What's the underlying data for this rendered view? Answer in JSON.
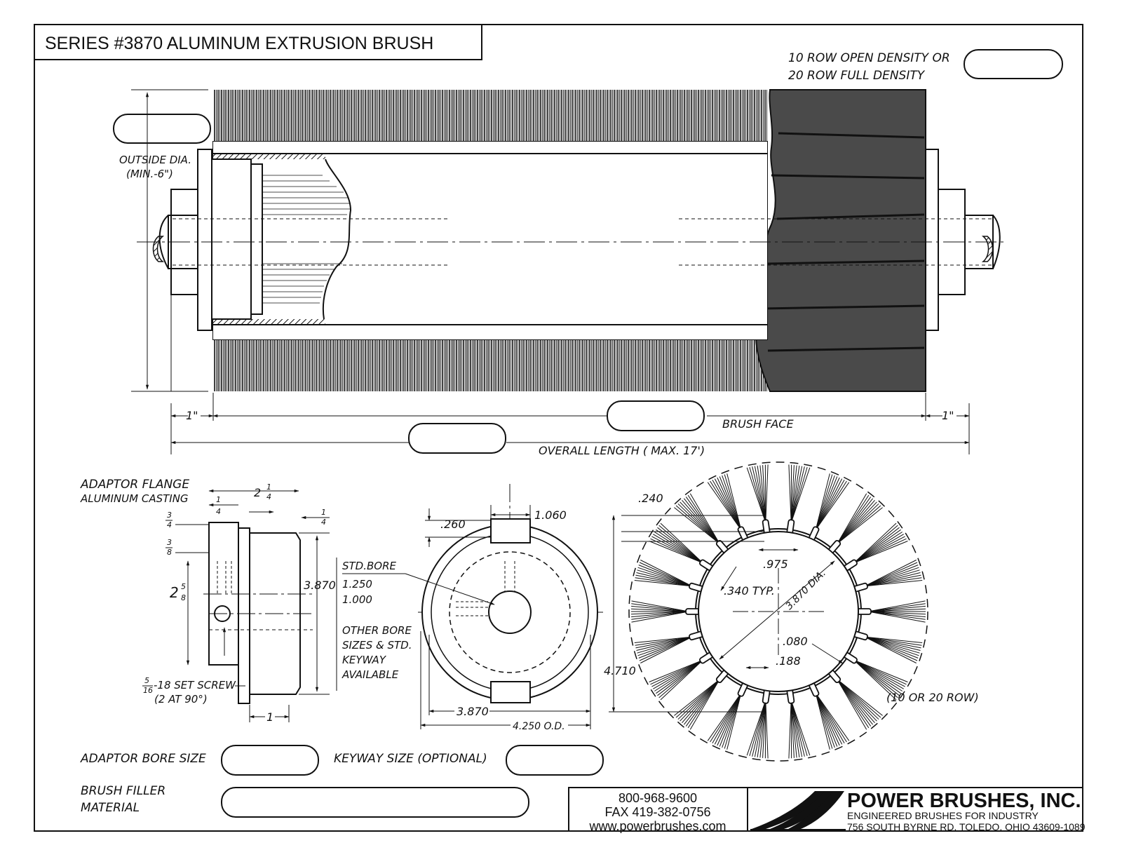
{
  "title": "SERIES #3870 ALUMINUM EXTRUSION BRUSH",
  "density_label": [
    "10 ROW OPEN DENSITY OR",
    "20 ROW FULL DENSITY"
  ],
  "outside_dia_label": [
    "OUTSIDE DIA.",
    "(MIN.-6\")"
  ],
  "dimensions": {
    "end_left": "1\"",
    "end_right": "1\"",
    "brush_face": "BRUSH FACE",
    "overall_length": "OVERALL LENGTH ( MAX. 17')"
  },
  "adaptor_flange": {
    "title": "ADAPTOR FLANGE",
    "subtitle": "ALUMINUM CASTING",
    "width": "2",
    "width_frac": [
      "1",
      "4"
    ],
    "left_frac": [
      "1",
      "4"
    ],
    "right_frac": [
      "1",
      "4"
    ],
    "top_frac": [
      "3",
      "4"
    ],
    "mid_frac": [
      "3",
      "8"
    ],
    "height": "2",
    "height_frac": [
      "5",
      "8"
    ],
    "diameter": "3.870",
    "set_screw_frac": [
      "5",
      "16"
    ],
    "set_screw": "-18 SET SCREW",
    "set_screw_note": "(2 AT 90°)",
    "hub": "1"
  },
  "bore": {
    "key_depth": ".260",
    "key_width": "1.060",
    "std_bore_label": "STD.BORE",
    "std_bore_values": [
      "1.250",
      "1.000"
    ],
    "other_bore_note": [
      "OTHER BORE",
      "SIZES & STD.",
      "KEYWAY",
      "AVAILABLE"
    ],
    "inner_dia": "3.870",
    "outer_dia": "4.250 O.D."
  },
  "section": {
    "depth": ".240",
    "slot_width": ".975",
    "typ": ".340 TYP.",
    "dia": "3.870 DIA.",
    "wall": ".080",
    "tab": ".188",
    "overall": "4.710",
    "rows_note": "(10 OR 20 ROW)"
  },
  "form_fields": {
    "adaptor_bore_size": "ADAPTOR BORE SIZE",
    "keyway_size": "KEYWAY SIZE (OPTIONAL)",
    "brush_filler": [
      "BRUSH FILLER",
      "MATERIAL"
    ]
  },
  "contact": {
    "phone": "800-968-9600",
    "fax": "FAX 419-382-0756",
    "web": "www.powerbrushes.com"
  },
  "company": {
    "name": "POWER BRUSHES, INC.",
    "tagline": "ENGINEERED BRUSHES FOR INDUSTRY",
    "address": "756 SOUTH BYRNE RD. TOLEDO, OHIO 43609-1089"
  }
}
